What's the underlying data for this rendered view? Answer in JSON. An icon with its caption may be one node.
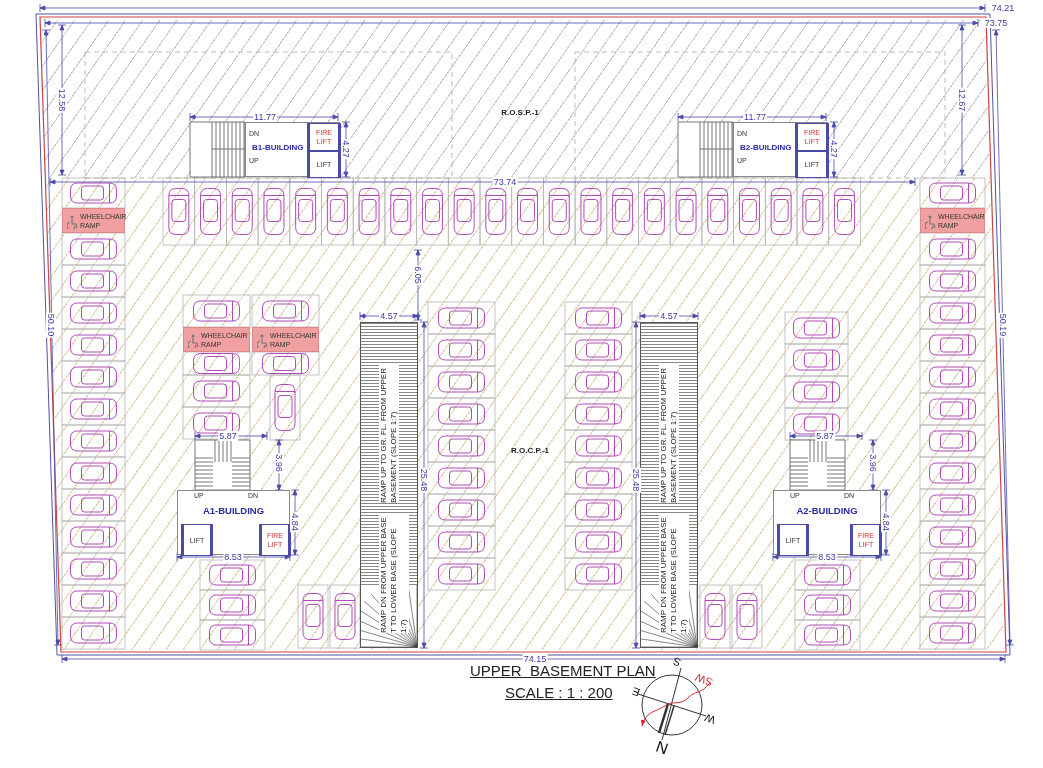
{
  "diagram": {
    "title": "UPPER  BASEMENT PLAN",
    "caption": "SCALE : 1 : 200",
    "nodes": [
      {
        "text": [
          "DN",
          "B1-BUILDING",
          "UP"
        ]
      },
      {
        "text": [
          "FIRE LIFT"
        ],
        "in": 0
      },
      {
        "text": [
          "LIFT"
        ],
        "in": 0
      },
      {
        "text": [
          "DN",
          "B2-BUILDING",
          "UP"
        ]
      },
      {
        "text": [
          "FIRE LIFT"
        ],
        "in": 3
      },
      {
        "text": [
          "LIFT"
        ],
        "in": 3
      },
      {
        "text": [
          "WHEELCHAIR RAMP"
        ]
      },
      {
        "text": [
          "WHEELCHAIR RAMP"
        ]
      },
      {
        "text": [
          "WHEELCHAIR RAMP"
        ]
      },
      {
        "text": [
          "WHEELCHAIR RAMP"
        ]
      },
      {
        "text": [
          "RAMP UP TO GR. FL. FROM UPPER BASEMENT (SLOPE 1:7)",
          "RAMP DN FROM UPPER BASE T TO LOWER BASE (SLOPE 1:7)"
        ]
      },
      {
        "text": [
          "RAMP UP TO GR. FL. FROM UPPER BASEMENT (SLOPE 1:7)",
          "RAMP DN FROM UPPER BASE T TO LOWER BASE (SLOPE 1:7)"
        ]
      },
      {
        "text": [
          "UP",
          "DN",
          "A1-BUILDING"
        ]
      },
      {
        "text": [
          "LIFT"
        ],
        "in": 12
      },
      {
        "text": [
          "FIRE LIFT"
        ],
        "in": 12
      },
      {
        "text": [
          "UP",
          "DN",
          "A2-BUILDING"
        ]
      },
      {
        "text": [
          "LIFT"
        ],
        "in": 15
      },
      {
        "text": [
          "FIRE LIFT"
        ],
        "in": 15
      }
    ],
    "labels": [
      "74.21",
      "73.75",
      "12.58",
      "R.O.S.P.-1",
      "12.67",
      "11.77",
      "11.77",
      "4.27",
      "4.27",
      "73.74",
      "6.05",
      "50.10",
      "50.19",
      "4.57",
      "4.57",
      "R.O.C.P.-1",
      "5.87",
      "5.87",
      "3.96",
      "3.96",
      "25.48",
      "25.48",
      "4.84",
      "4.84",
      "8.53",
      "8.53",
      "74.15",
      "S",
      "SW",
      "E",
      "W",
      "N"
    ]
  }
}
